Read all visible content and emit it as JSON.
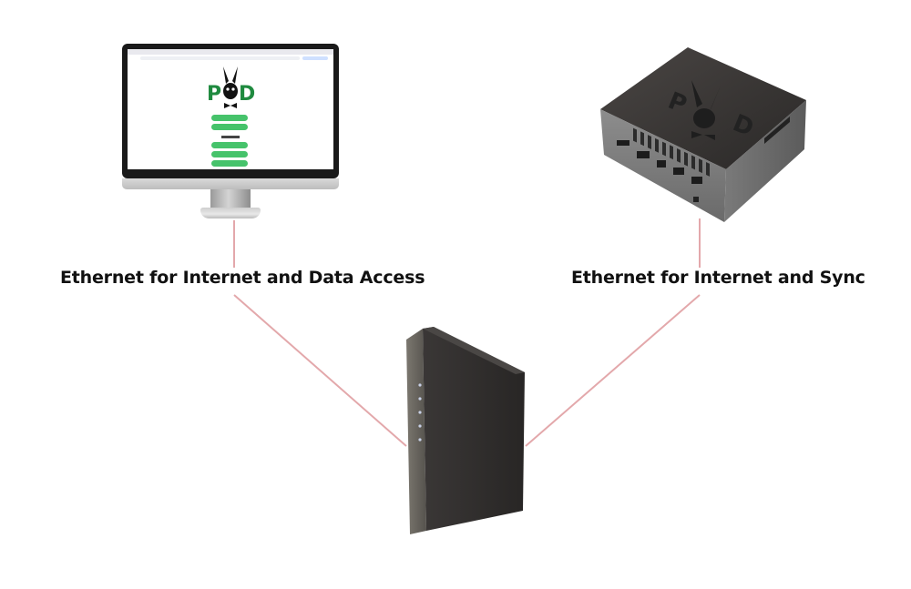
{
  "labels": {
    "left_connection": "Ethernet for Internet and Data Access",
    "right_connection": "Ethernet for Internet and Sync"
  },
  "colors": {
    "cable": "#e3a8ab",
    "logo_green": "#1f8a3f",
    "button_green": "#46c36b",
    "device_dark": "#2e2c2b"
  },
  "icons": {
    "logo": "rabbit-pod-logo",
    "computer": "desktop-monitor-icon",
    "server": "mini-pc-icon",
    "router": "router-icon"
  }
}
